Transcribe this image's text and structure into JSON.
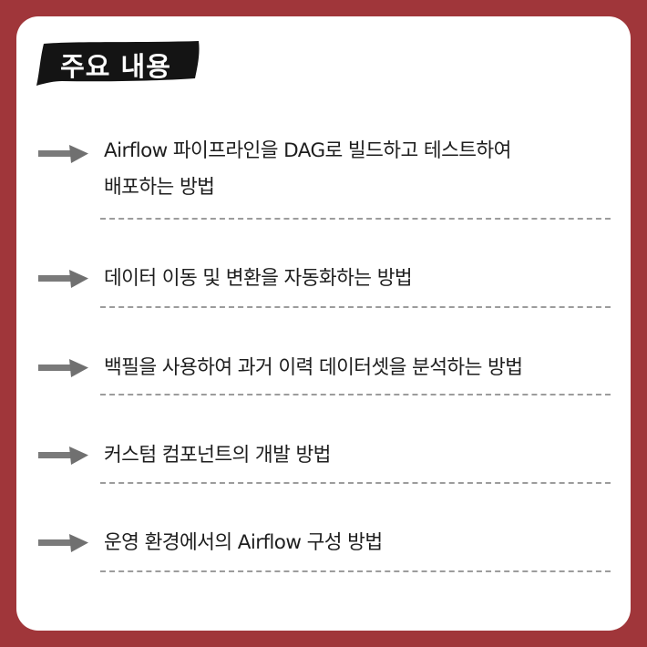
{
  "title": "주요 내용",
  "colors": {
    "background": "#a0363a",
    "card": "#ffffff",
    "badge": "#141414",
    "arrow": "#7a7a7a",
    "divider": "#9c9c9c",
    "text": "#1e1e1e"
  },
  "items": [
    {
      "icon": "arrow-right-icon",
      "lines": [
        "Airflow 파이프라인을 DAG로 빌드하고 테스트하여",
        "배포하는 방법"
      ]
    },
    {
      "icon": "arrow-right-icon",
      "lines": [
        "데이터 이동 및 변환을 자동화하는 방법"
      ]
    },
    {
      "icon": "arrow-right-icon",
      "lines": [
        "백필을 사용하여 과거 이력 데이터셋을 분석하는 방법"
      ]
    },
    {
      "icon": "arrow-right-icon",
      "lines": [
        "커스텀 컴포넌트의 개발 방법"
      ]
    },
    {
      "icon": "arrow-right-icon",
      "lines": [
        "운영 환경에서의 Airflow 구성 방법"
      ]
    }
  ]
}
